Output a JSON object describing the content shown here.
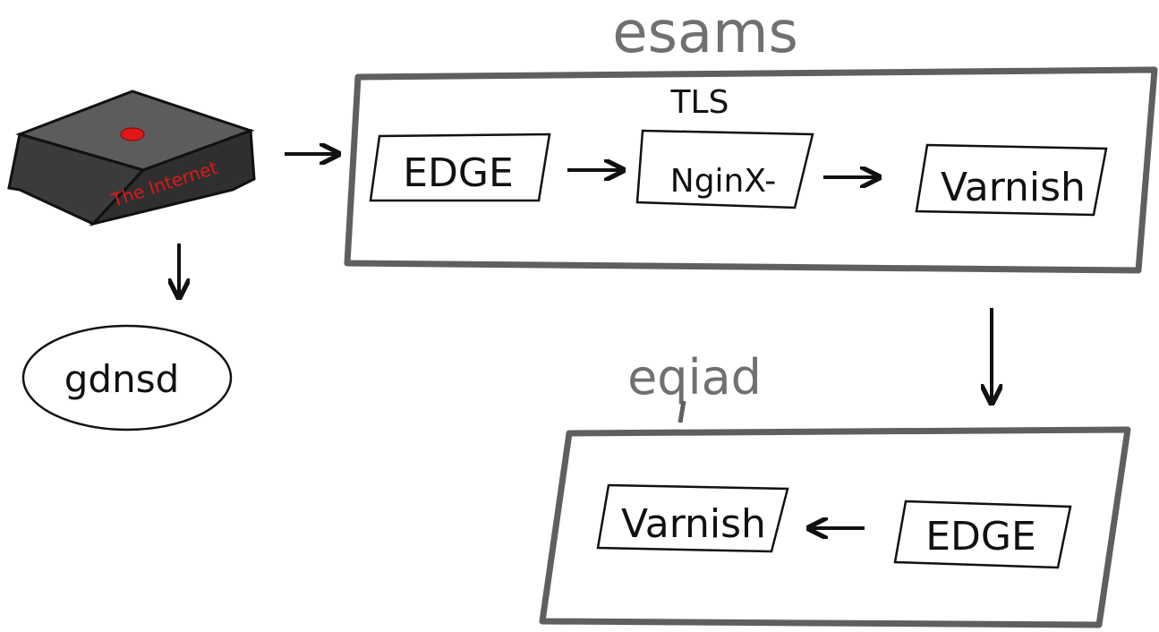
{
  "diagram": {
    "internet": {
      "label": "The Internet"
    },
    "dns": {
      "label": "gdnsd"
    },
    "datacenters": [
      {
        "name": "esams",
        "annotation": "TLS",
        "nodes": [
          "EDGE",
          "NginX-",
          "Varnish"
        ]
      },
      {
        "name": "eqiad",
        "nodes": [
          "Varnish",
          "EDGE"
        ]
      }
    ]
  },
  "colors": {
    "ink": "#111111",
    "frame": "#5f5f5f",
    "label_gray": "#707070",
    "box_top": "#5c5c5c",
    "box_side": "#3b3b3b",
    "box_front": "#2f2f2f",
    "accent_red": "#e01818"
  }
}
